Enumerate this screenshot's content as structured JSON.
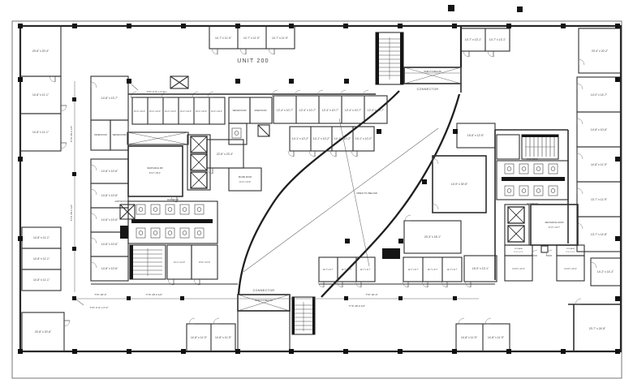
{
  "plan": {
    "unit_label": "UNIT 200",
    "open_to_below": "OPEN TO BELOW",
    "connector": "CONNECTOR",
    "typ_column": "TYP. 2'-0\" x 2'-0\"",
    "typ_bay_20": "TYP. 20'-0\"",
    "typ_bay_28": "TYP. 28'-0 1/2\""
  },
  "rooms": {
    "lc1": "20'-6\" x 20'-4\"",
    "lc2": "14'-8\" x 11'-1\"",
    "bl2": "20'-8\" x 20'-6\"",
    "ls1": "14'-8\" x 13'-7\"",
    "paper_room": "PAPER ROOM",
    "server_room": "SERVER ROOM",
    "riser_room": "RISER ROOM",
    "ls_std": "14'-8\" x 10'-6\"",
    "top_office": "10'-4\" x 10'-4\"",
    "upper_room": "14'-7\" x 11'-9\"",
    "row_a": "12'-4\" x 10'-7\"",
    "row_b": "14'-1\" x 10'-2\"",
    "conf": "22'-8\" x 23'-4\"",
    "board_name": "BOARD ROOM",
    "board_dims": "12'-4\" x 13'-8\"",
    "mech_left_name": "MECHANICAL RM",
    "mech_left_dims": "24'-0\" x 29'-4\"",
    "washroom": "WASHROOM",
    "janitor_name": "JANITOR ROOM",
    "elec1": "12'-1\" x 12'-9\"",
    "elec2": "10'-9\" x 12'-9\"",
    "bc_room": "14'-8\" x 11'-9\"",
    "rt1": "14'-7\" x 13'-1\"",
    "rt_corner": "20'-4\" x 20'-2\"",
    "rs": [
      "14'-0\" x 14'-7\"",
      "14'-8\" x 10'-6\"",
      "14'-8\" x 11'-9\"",
      "13'-7\" x 11'-9\"",
      "13'-7\" x 14'-8\""
    ],
    "r_corner_small": "14'-2\" x 14'-2\"",
    "tall_room": "14'-9\" x 30'-5\"",
    "mid_room": "15'-8\" x 12'-9\"",
    "room_a": "20'-3\" x 18'-1\"",
    "room_b": "16'-9\" x 13'-1\"",
    "mech_right_name": "MECHANICAL ROOM",
    "mech_right_dims": "27'-6\" x 24'-7\"",
    "storage_name": "STORAGE",
    "storage_dims": "12'-0\" x 8'-1\"",
    "below_storage": "13'-10\" x 10'-3\"",
    "small_office": "12'-7\" x 9'-7\"",
    "br_corner": "20'-7\" x 24'-8\""
  }
}
